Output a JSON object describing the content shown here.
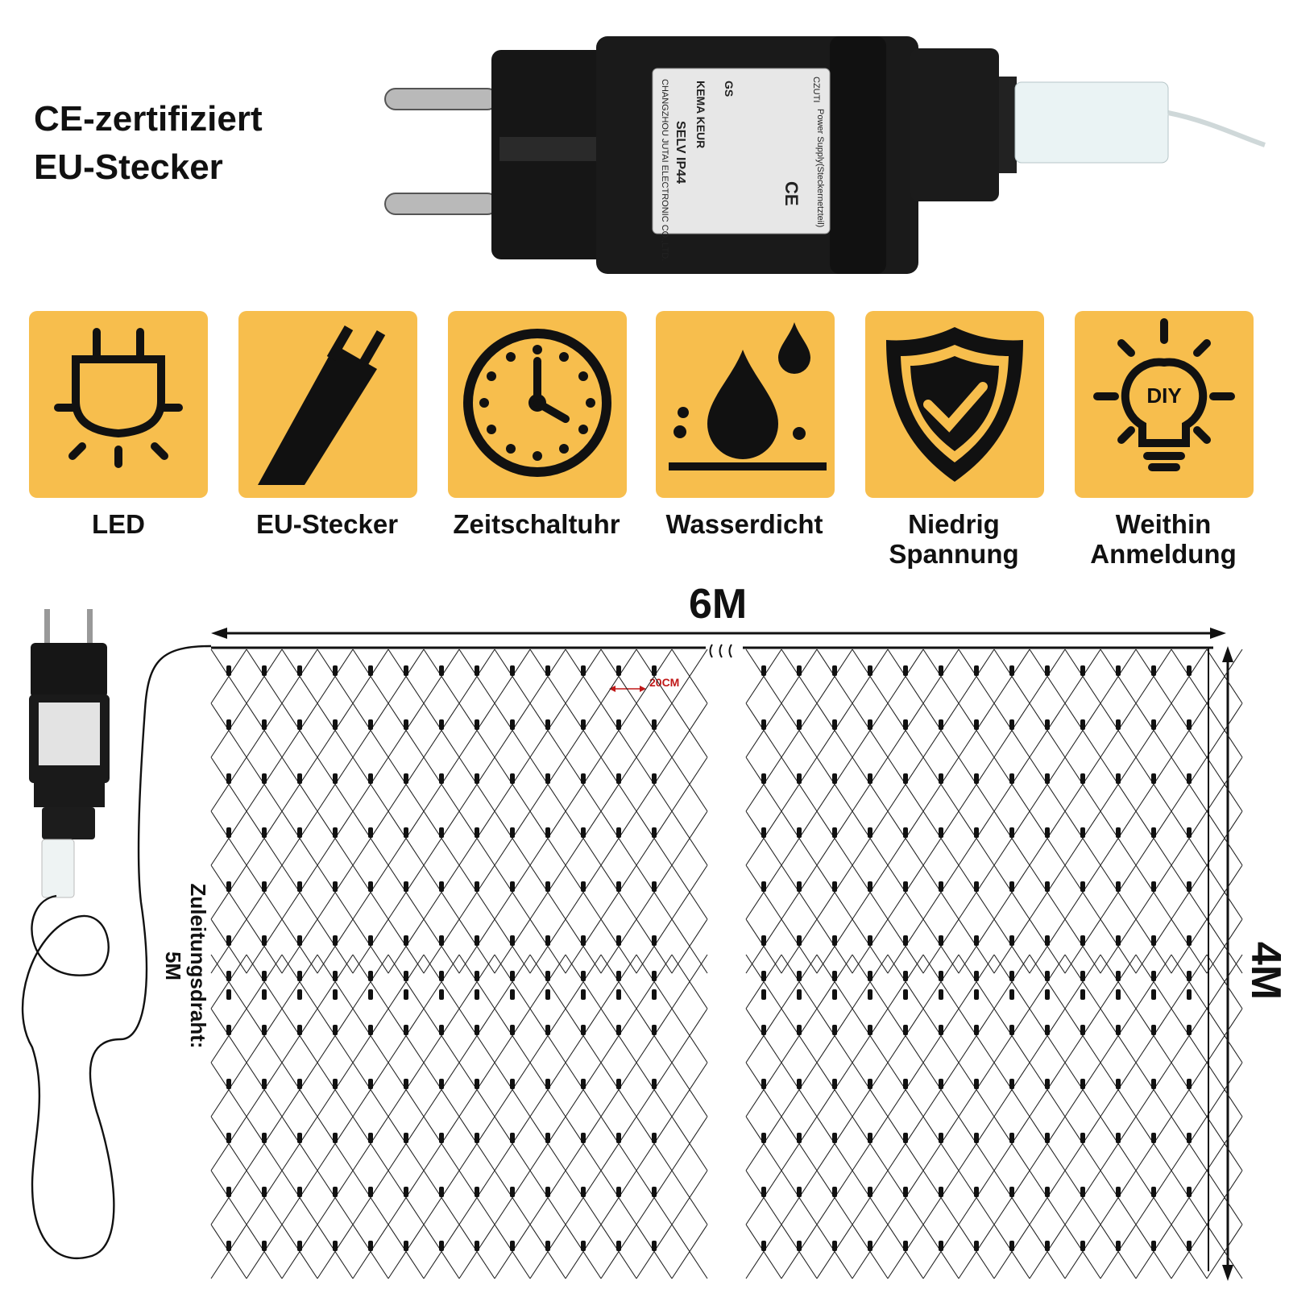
{
  "headline": {
    "line1": "CE-zertifiziert",
    "line2": "EU-Stecker"
  },
  "adapter_label_text": {
    "brand": "CZUTI",
    "header": "Power Supply(Steckernetzteil)",
    "marks": [
      "GS",
      "KEMA KEUR",
      "SELV IP44",
      "CE"
    ],
    "manufacturer": "CHANGZHOU JUTAI ELECTRONIC CO.,LTD."
  },
  "features": [
    {
      "icon": "led-bulb-icon",
      "label": "LED"
    },
    {
      "icon": "eu-plug-icon",
      "label": "EU-Stecker"
    },
    {
      "icon": "clock-icon",
      "label": "Zeitschaltuhr"
    },
    {
      "icon": "water-drop-icon",
      "label": "Wasserdicht"
    },
    {
      "icon": "shield-check-icon",
      "label": "Niedrig Spannung"
    },
    {
      "icon": "diy-bulb-icon",
      "label": "Weithin Anmeldung"
    }
  ],
  "dimensions": {
    "width": "6M",
    "height": "4M",
    "spacing": "20CM",
    "lead_wire": "Zuleitungsdraht: 5M"
  },
  "colors": {
    "tile": "#F7BE4D",
    "icon": "#111111",
    "accent_red": "#C01818"
  }
}
